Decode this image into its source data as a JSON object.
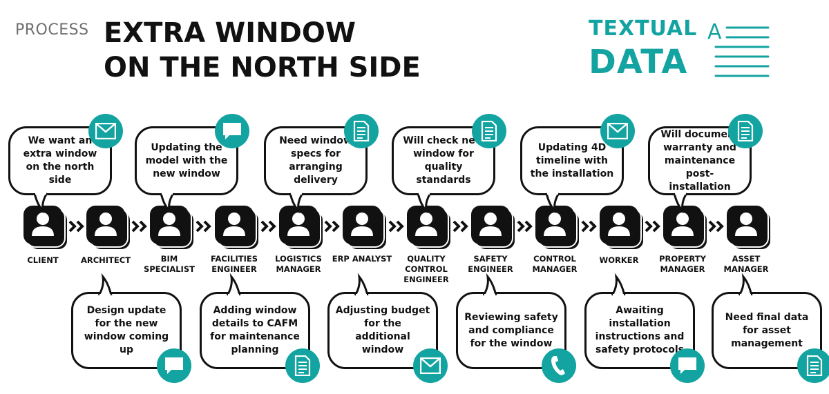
{
  "header": {
    "process_label": "PROCESS",
    "title_line1": "EXTRA WINDOW",
    "title_line2": "ON THE NORTH SIDE"
  },
  "brand": {
    "top": "TEXTUAL",
    "bottom": "DATA",
    "icon": "text-document-icon",
    "color": "#13a3a1"
  },
  "colors": {
    "accent": "#13a3a1",
    "ink": "#111111"
  },
  "roles": [
    {
      "label": "CLIENT"
    },
    {
      "label": "ARCHITECT"
    },
    {
      "label": "BIM SPECIALIST"
    },
    {
      "label": "FACILITIES ENGINEER"
    },
    {
      "label": "LOGISTICS MANAGER"
    },
    {
      "label": "ERP ANALYST"
    },
    {
      "label": "QUALITY CONTROL ENGINEER"
    },
    {
      "label": "SAFETY ENGINEER"
    },
    {
      "label": "CONTROL MANAGER"
    },
    {
      "label": "WORKER"
    },
    {
      "label": "PROPERTY MANAGER"
    },
    {
      "label": "ASSET MANAGER"
    }
  ],
  "top_messages": [
    {
      "speaker": "CLIENT",
      "text": "We want an extra window on the north side",
      "icon": "envelope-icon"
    },
    {
      "speaker": "BIM SPECIALIST",
      "text": "Updating the model with the new window",
      "icon": "chat-icon"
    },
    {
      "speaker": "LOGISTICS MANAGER",
      "text": "Need window specs for arranging delivery",
      "icon": "document-icon"
    },
    {
      "speaker": "QUALITY CONTROL ENGINEER",
      "text": "Will check new window for quality standards",
      "icon": "document-icon"
    },
    {
      "speaker": "CONTROL MANAGER",
      "text": "Updating 4D timeline with the installation",
      "icon": "envelope-icon"
    },
    {
      "speaker": "PROPERTY MANAGER",
      "text": "Will document warranty and maintenance post-installation",
      "icon": "document-icon"
    }
  ],
  "bottom_messages": [
    {
      "speaker": "ARCHITECT",
      "text": "Design update for the new window coming up",
      "icon": "chat-icon"
    },
    {
      "speaker": "FACILITIES ENGINEER",
      "text": "Adding window details to CAFM for maintenance planning",
      "icon": "document-icon"
    },
    {
      "speaker": "ERP ANALYST",
      "text": "Adjusting budget for the additional window",
      "icon": "envelope-icon"
    },
    {
      "speaker": "SAFETY ENGINEER",
      "text": "Reviewing safety and compliance for the window",
      "icon": "phone-icon"
    },
    {
      "speaker": "WORKER",
      "text": "Awaiting installation instructions and safety protocols",
      "icon": "chat-icon"
    },
    {
      "speaker": "ASSET MANAGER",
      "text": "Need final data for asset management",
      "icon": "document-icon"
    }
  ]
}
